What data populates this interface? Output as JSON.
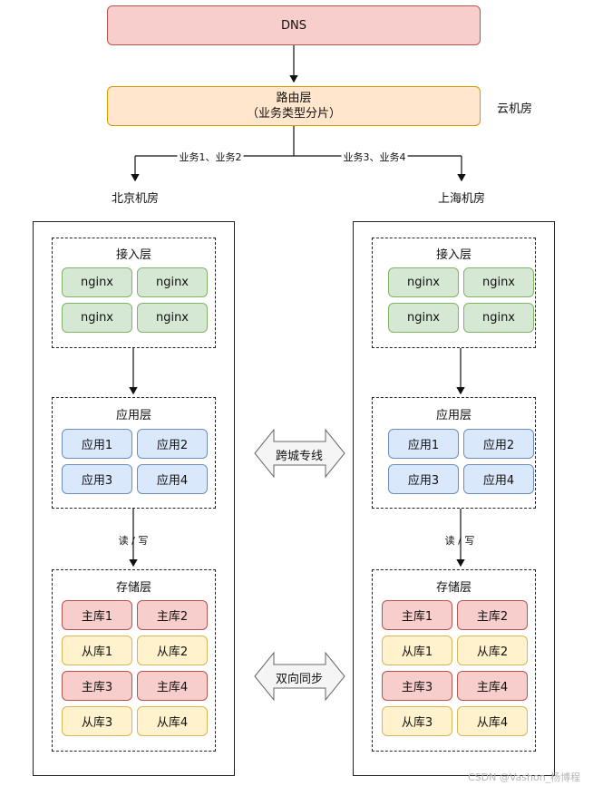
{
  "dns": "DNS",
  "router": {
    "title": "路由层",
    "subtitle": "（业务类型分片）"
  },
  "cloud_room": "云机房",
  "route_left": "业务1、业务2",
  "route_right": "业务3、业务4",
  "beijing": {
    "name": "北京机房",
    "access": {
      "title": "接入层",
      "items": [
        "nginx",
        "nginx",
        "nginx",
        "nginx"
      ]
    },
    "app": {
      "title": "应用层",
      "items": [
        "应用1",
        "应用2",
        "应用3",
        "应用4"
      ]
    },
    "rw": "读 / 写",
    "storage": {
      "title": "存储层",
      "items": [
        "主库1",
        "主库2",
        "从库1",
        "从库2",
        "主库3",
        "主库4",
        "从库3",
        "从库4"
      ]
    }
  },
  "shanghai": {
    "name": "上海机房",
    "access": {
      "title": "接入层",
      "items": [
        "nginx",
        "nginx",
        "nginx",
        "nginx"
      ]
    },
    "app": {
      "title": "应用层",
      "items": [
        "应用1",
        "应用2",
        "应用3",
        "应用4"
      ]
    },
    "rw": "读 / 写",
    "storage": {
      "title": "存储层",
      "items": [
        "主库1",
        "主库2",
        "从库1",
        "从库2",
        "主库3",
        "主库4",
        "从库3",
        "从库4"
      ]
    }
  },
  "cross_city_line": "跨城专线",
  "bidirectional_sync": "双向同步",
  "watermark": "CSDN @Vashon_杨博程"
}
